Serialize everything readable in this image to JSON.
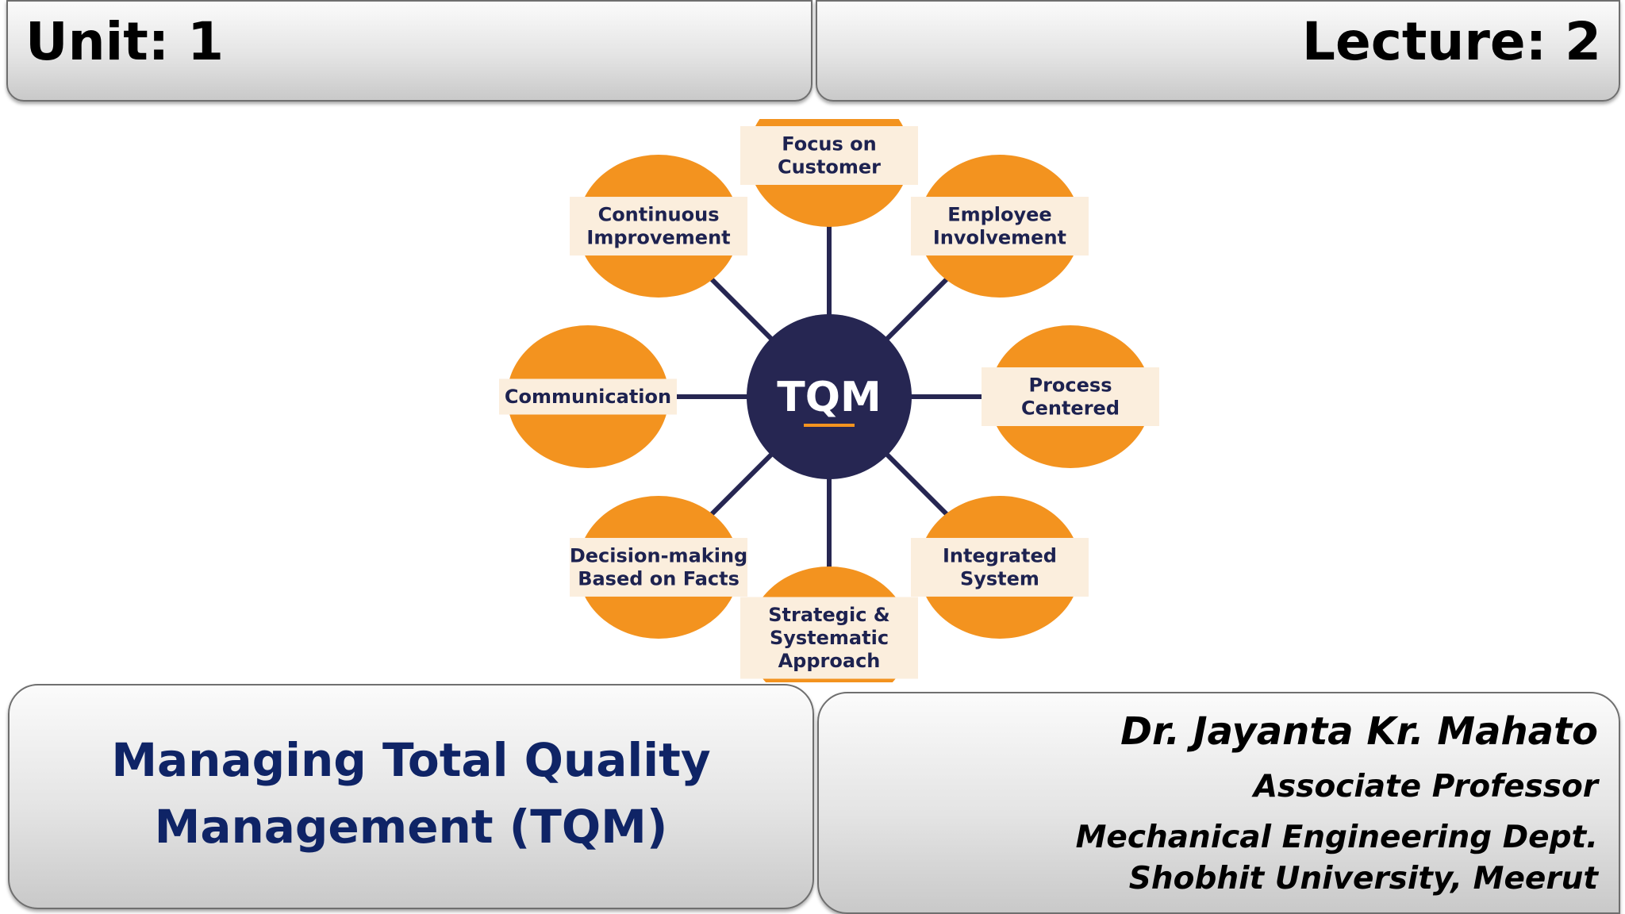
{
  "header": {
    "unit": "Unit: 1",
    "lecture": "Lecture: 2"
  },
  "diagram": {
    "center": "TQM",
    "nodes": [
      {
        "id": "focus-on-customer",
        "lines": [
          "Focus on",
          "Customer"
        ]
      },
      {
        "id": "employee-involvement",
        "lines": [
          "Employee",
          "Involvement"
        ]
      },
      {
        "id": "process-centered",
        "lines": [
          "Process",
          "Centered"
        ]
      },
      {
        "id": "integrated-system",
        "lines": [
          "Integrated",
          "System"
        ]
      },
      {
        "id": "strategic-systematic-approach",
        "lines": [
          "Strategic &",
          "Systematic",
          "Approach"
        ]
      },
      {
        "id": "decision-making-based-on-facts",
        "lines": [
          "Decision-making",
          "Based on Facts"
        ]
      },
      {
        "id": "communication",
        "lines": [
          "Communication"
        ]
      },
      {
        "id": "continuous-improvement",
        "lines": [
          "Continuous",
          "Improvement"
        ]
      }
    ],
    "colors": {
      "node_fill": "#f3931f",
      "label_band": "#fbeedd",
      "center_fill": "#262652",
      "connector": "#262652",
      "accent_underline": "#f3931f"
    }
  },
  "title": {
    "line1": "Managing Total Quality",
    "line2": "Management (TQM)"
  },
  "author": {
    "name": "Dr. Jayanta Kr. Mahato",
    "role": "Associate Professor",
    "dept": "Mechanical Engineering Dept.",
    "university": "Shobhit University, Meerut"
  }
}
